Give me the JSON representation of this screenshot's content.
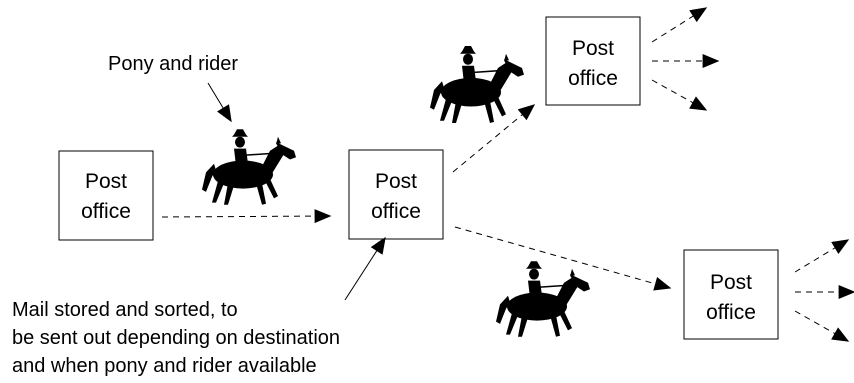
{
  "post_office": {
    "line1": "Post",
    "line2": "office"
  },
  "labels": {
    "pony_and_rider": "Pony and rider",
    "mail_note": [
      "Mail stored and sorted, to",
      "be sent out depending on destination",
      "and when pony and rider available"
    ]
  },
  "colors": {
    "stroke": "#000000",
    "silhouette": "#000000",
    "background": "#ffffff"
  },
  "icons": [
    "horse-rider-icon"
  ]
}
